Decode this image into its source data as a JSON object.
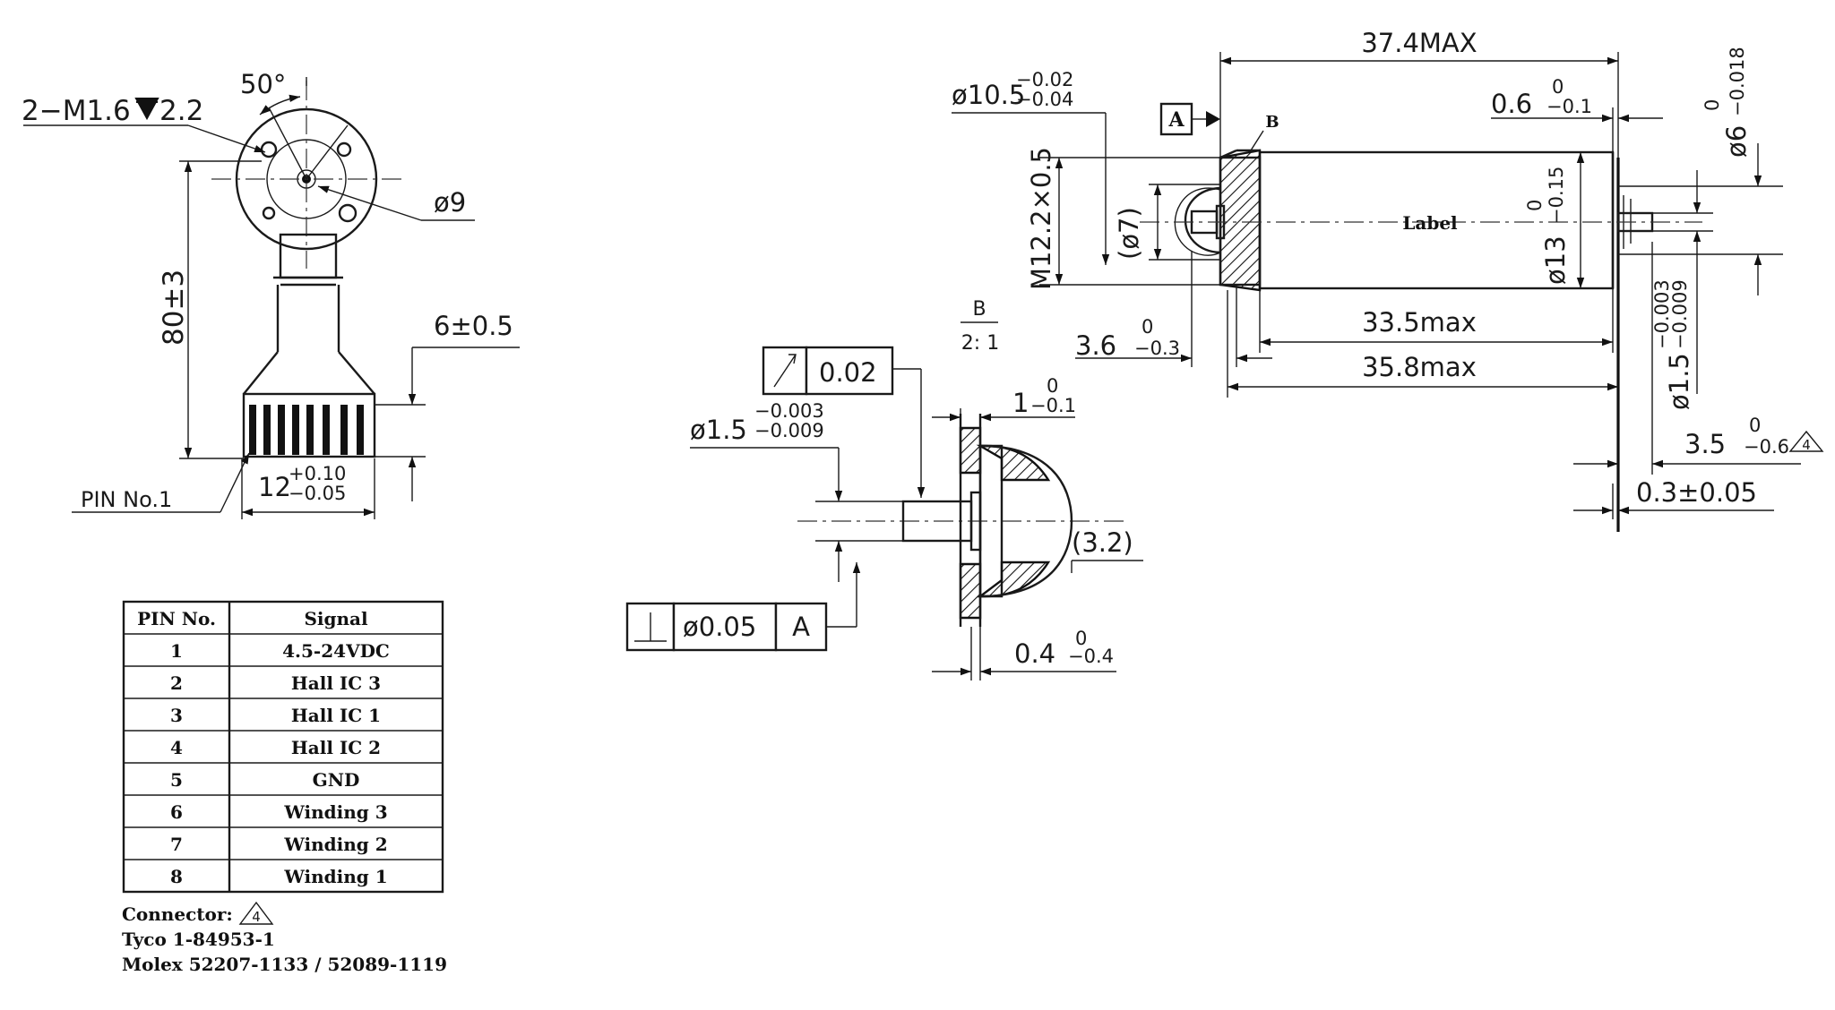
{
  "left_view": {
    "thread_note": "2−M1.6",
    "thread_depth": "2.2",
    "angle": "50°",
    "dia9": "ø9",
    "len80": "80±3",
    "dim6": "6±0.5",
    "dim12_nom": "12",
    "dim12_up": "+0.10",
    "dim12_lo": "−0.05",
    "pin1": "PIN  No.1"
  },
  "pin_table": {
    "headers": [
      "PIN No.",
      "Signal"
    ],
    "rows": [
      [
        "1",
        "4.5-24VDC"
      ],
      [
        "2",
        "Hall IC 3"
      ],
      [
        "3",
        "Hall IC 1"
      ],
      [
        "4",
        "Hall IC 2"
      ],
      [
        "5",
        "GND"
      ],
      [
        "6",
        "Winding 3"
      ],
      [
        "7",
        "Winding 2"
      ],
      [
        "8",
        "Winding 1"
      ]
    ]
  },
  "connector": {
    "label": "Connector:",
    "symbol": "4",
    "line1": "Tyco 1-84953-1",
    "line2": "Molex 52207-1133 / 52089-1119"
  },
  "detail_view": {
    "label": "B",
    "scale": "2: 1",
    "runout_value": "0.02",
    "shaft_dia_nom": "ø1.5",
    "shaft_dia_up": "−0.003",
    "shaft_dia_lo": "−0.009",
    "dim1_nom": "1",
    "dim1_up": "0",
    "dim1_lo": "−0.1",
    "dim32": "(3.2)",
    "perp_value": "ø0.05",
    "perp_datum": "A",
    "dim04_nom": "0.4",
    "dim04_up": "0",
    "dim04_lo": "−0.4"
  },
  "main_view": {
    "len_max": "37.4MAX",
    "dia105_nom": "ø10.5",
    "dia105_up": "−0.02",
    "dia105_lo": "−0.04",
    "datum_a": "A",
    "label_b": "B",
    "dim06_nom": "0.6",
    "dim06_up": "0",
    "dim06_lo": "−0.1",
    "dia6_nom": "ø6",
    "dia6_up": "0",
    "dia6_lo": "−0.018",
    "thread": "M12.2×0.5",
    "dia7": "(ø7)",
    "body_label": "Label",
    "dia13_nom": "ø13",
    "dia13_up": "0",
    "dia13_lo": "−0.15",
    "dim36_nom": "3.6",
    "dim36_up": "0",
    "dim36_lo": "−0.3",
    "dim335": "33.5max",
    "dim358": "35.8max",
    "dia15_nom": "ø1.5",
    "dia15_up": "−0.003",
    "dia15_lo": "−0.009",
    "dim35_nom": "3.5",
    "dim35_up": "0",
    "dim35_lo": "−0.6",
    "note4": "4",
    "dim03": "0.3±0.05"
  }
}
